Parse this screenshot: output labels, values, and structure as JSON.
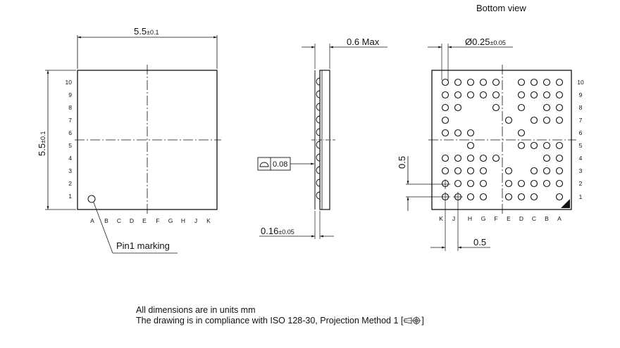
{
  "drawing": {
    "type": "BGA package outline drawing",
    "top_view": {
      "width_dim": {
        "value": "5.5",
        "tolerance": "±0.1"
      },
      "height_dim": {
        "value": "5.5",
        "tolerance": "±0.1"
      },
      "row_labels": [
        "10",
        "9",
        "8",
        "7",
        "6",
        "5",
        "4",
        "3",
        "2",
        "1"
      ],
      "column_labels": [
        "A",
        "B",
        "C",
        "D",
        "E",
        "F",
        "G",
        "H",
        "J",
        "K"
      ],
      "pin1_label": "Pin1 marking"
    },
    "side_view": {
      "height_dim": "0.6 Max",
      "ball_height_dim": {
        "value": "0.16",
        "tolerance": "±0.05"
      },
      "coplanarity_tolerance": "0.08"
    },
    "bottom_view": {
      "title": "Bottom view",
      "ball_diameter": {
        "prefix": "Ø",
        "value": "0.25",
        "tolerance": "±0.05"
      },
      "pitch_vertical": "0.5",
      "pitch_horizontal": "0.5",
      "row_labels": [
        "10",
        "9",
        "8",
        "7",
        "6",
        "5",
        "4",
        "3",
        "2",
        "1"
      ],
      "column_labels": [
        "K",
        "J",
        "H",
        "G",
        "F",
        "E",
        "D",
        "C",
        "B",
        "A"
      ],
      "ball_map": {
        "10": [
          "K",
          "J",
          "H",
          "G",
          "F",
          "D",
          "C",
          "B",
          "A"
        ],
        "9": [
          "K",
          "J",
          "H",
          "G",
          "F",
          "D",
          "C",
          "B",
          "A"
        ],
        "8": [
          "K",
          "J",
          "F",
          "D",
          "B",
          "A"
        ],
        "7": [
          "K",
          "E",
          "C",
          "B",
          "A"
        ],
        "6": [
          "K",
          "J",
          "H",
          "D"
        ],
        "5": [
          "H",
          "D",
          "C",
          "B",
          "A"
        ],
        "4": [
          "K",
          "J",
          "H",
          "G",
          "F",
          "B",
          "A"
        ],
        "3": [
          "K",
          "J",
          "H",
          "G",
          "E",
          "C",
          "B",
          "A"
        ],
        "2": [
          "K",
          "J",
          "H",
          "G",
          "E",
          "D",
          "C",
          "B",
          "A"
        ],
        "1": [
          "K",
          "J",
          "H",
          "G",
          "E",
          "D",
          "C",
          "A"
        ]
      }
    }
  },
  "footer": {
    "line1": "All dimensions are in units mm",
    "line2": "The drawing is in compliance with ISO 128-30, Projection Method 1 [",
    "line2_end": "]"
  }
}
